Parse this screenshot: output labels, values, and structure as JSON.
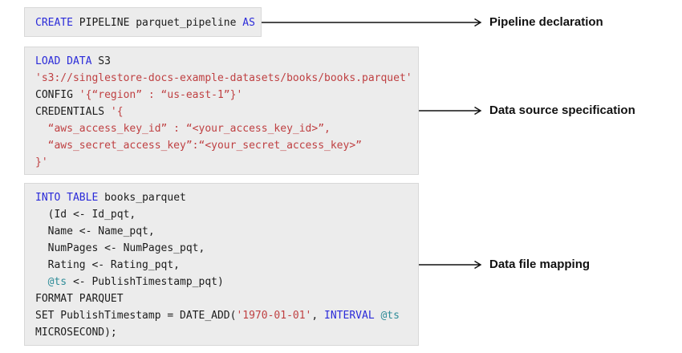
{
  "colors": {
    "keyword": "#2b2bd9",
    "string": "#bf4042",
    "variable": "#2e8c98",
    "text": "#1c1c1c",
    "box_bg": "#ececec",
    "box_border": "#d8d8d8",
    "arrow": "#111111",
    "label": "#111111"
  },
  "annotations": [
    {
      "label": "Pipeline declaration"
    },
    {
      "label": "Data source specification"
    },
    {
      "label": "Data file mapping"
    }
  ],
  "code_blocks": [
    {
      "lines": [
        [
          {
            "t": "CREATE",
            "c": "keyword"
          },
          {
            "t": " PIPELINE parquet_pipeline ",
            "c": "text"
          },
          {
            "t": "AS",
            "c": "keyword"
          }
        ]
      ]
    },
    {
      "lines": [
        [
          {
            "t": "LOAD DATA",
            "c": "keyword"
          },
          {
            "t": " S3",
            "c": "text"
          }
        ],
        [
          {
            "t": "'s3://singlestore-docs-example-datasets/books/books.parquet'",
            "c": "string"
          }
        ],
        [
          {
            "t": "CONFIG ",
            "c": "text"
          },
          {
            "t": "'{“region” : “us-east-1”}'",
            "c": "string"
          }
        ],
        [
          {
            "t": "CREDENTIALS ",
            "c": "text"
          },
          {
            "t": "'{",
            "c": "string"
          }
        ],
        [
          {
            "t": "  “aws_access_key_id” : “<your_access_key_id>”,",
            "c": "string"
          }
        ],
        [
          {
            "t": "  “aws_secret_access_key”:“<your_secret_access_key>”",
            "c": "string"
          }
        ],
        [
          {
            "t": "}'",
            "c": "string"
          }
        ]
      ]
    },
    {
      "lines": [
        [
          {
            "t": "INTO TABLE",
            "c": "keyword"
          },
          {
            "t": " books_parquet",
            "c": "text"
          }
        ],
        [
          {
            "t": "  (Id <- Id_pqt,",
            "c": "text"
          }
        ],
        [
          {
            "t": "  Name <- Name_pqt,",
            "c": "text"
          }
        ],
        [
          {
            "t": "  NumPages <- NumPages_pqt,",
            "c": "text"
          }
        ],
        [
          {
            "t": "  Rating <- Rating_pqt,",
            "c": "text"
          }
        ],
        [
          {
            "t": "  ",
            "c": "text"
          },
          {
            "t": "@ts",
            "c": "variable"
          },
          {
            "t": " <- PublishTimestamp_pqt)",
            "c": "text"
          }
        ],
        [
          {
            "t": "FORMAT PARQUET",
            "c": "text"
          }
        ],
        [
          {
            "t": "SET PublishTimestamp = DATE_ADD(",
            "c": "text"
          },
          {
            "t": "'1970-01-01'",
            "c": "string"
          },
          {
            "t": ", ",
            "c": "text"
          },
          {
            "t": "INTERVAL",
            "c": "keyword"
          },
          {
            "t": " ",
            "c": "text"
          },
          {
            "t": "@ts",
            "c": "variable"
          }
        ],
        [
          {
            "t": "MICROSECOND);",
            "c": "text"
          }
        ]
      ]
    }
  ]
}
